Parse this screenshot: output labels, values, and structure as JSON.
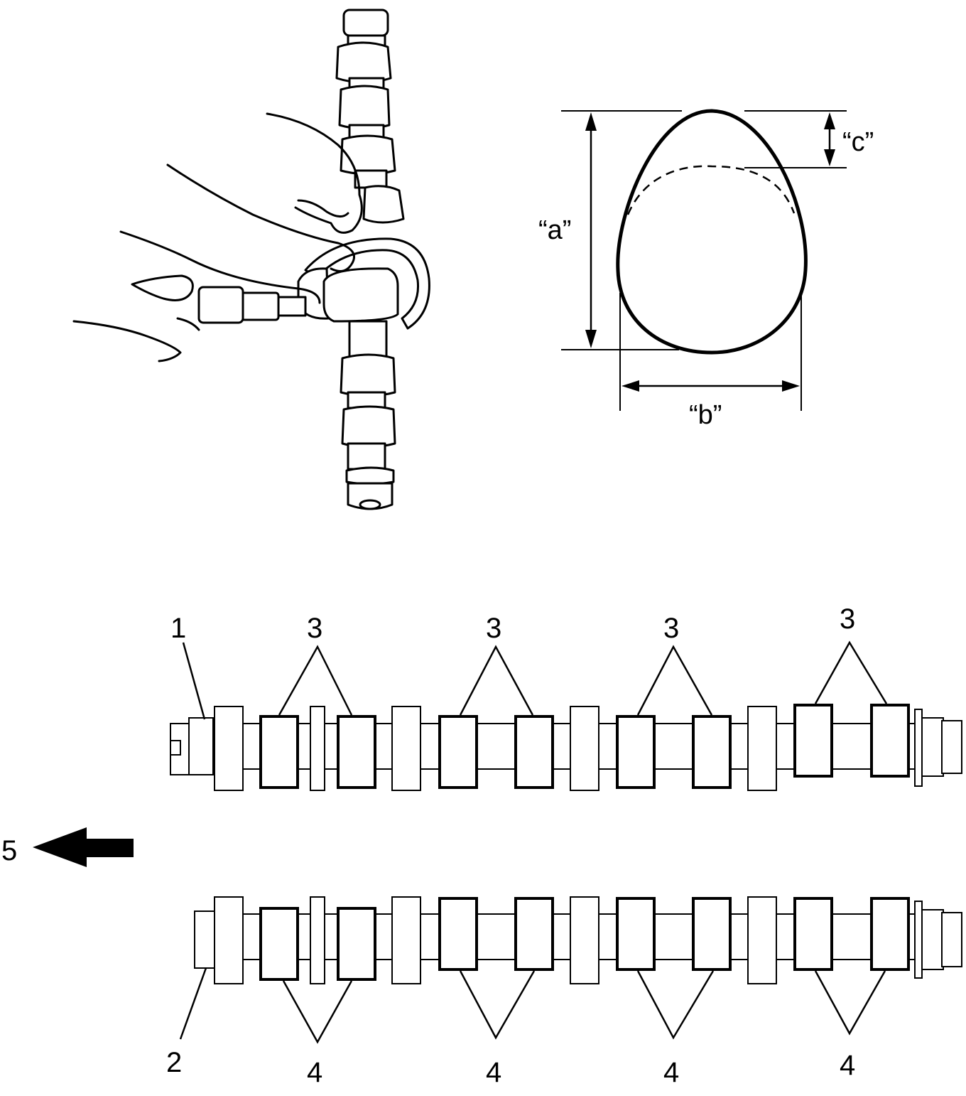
{
  "cam_lobe_diagram": {
    "dimension_a": "“a”",
    "dimension_b": "“b”",
    "dimension_c": "“c”"
  },
  "camshafts": {
    "item_1": "1",
    "item_2": "2",
    "lobe_callout_3": [
      "3",
      "3",
      "3",
      "3"
    ],
    "lobe_callout_4": [
      "4",
      "4",
      "4",
      "4"
    ],
    "direction_label": "5"
  },
  "colors": {
    "line": "#000000",
    "background": "#ffffff"
  }
}
